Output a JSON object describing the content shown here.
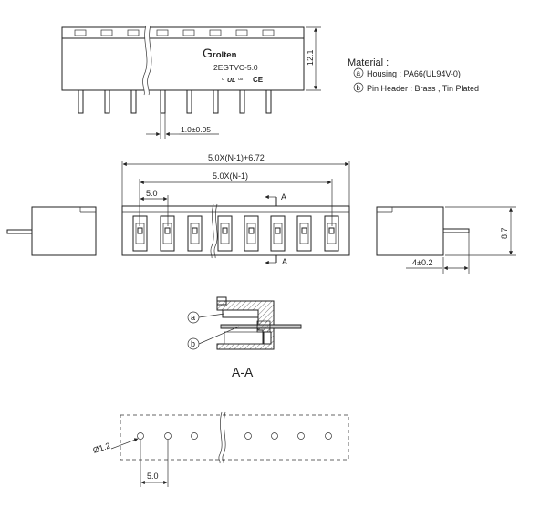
{
  "brand": {
    "name": "Grolten",
    "initial": "G",
    "rest": "rolten"
  },
  "product": {
    "model": "2EGTVC-5.0"
  },
  "marks": {
    "ul": "UL",
    "ce": "CE"
  },
  "material": {
    "title": "Material :",
    "items": [
      {
        "key": "a",
        "text": "Housing : PA66(UL94V-0)"
      },
      {
        "key": "b",
        "text": "Pin Header : Brass , Tin Plated"
      }
    ]
  },
  "dimensions": {
    "height_top": "12.1",
    "pin_offset": "1.0±0.05",
    "total_length": "5.0X(N-1)+6.72",
    "pin_span": "5.0X(N-1)",
    "pitch_front": "5.0",
    "section_marker": "A",
    "height_side": "8.7",
    "pin_projection": "4±0.2",
    "hole_diameter": "Ø1.2",
    "pitch_holes": "5.0"
  },
  "section": {
    "title": "A-A",
    "callouts": [
      "a",
      "b"
    ]
  }
}
